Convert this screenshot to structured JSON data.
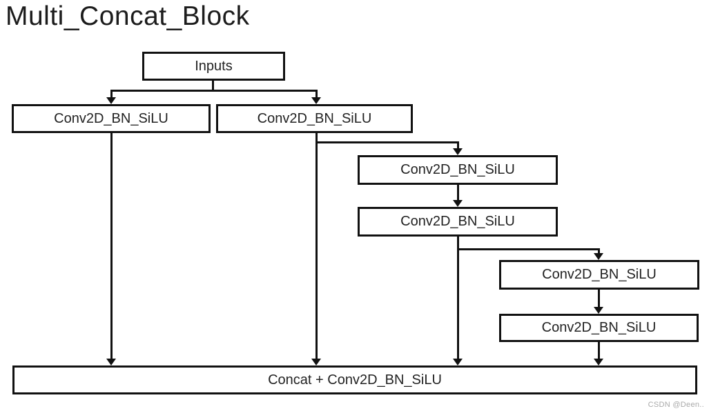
{
  "title": "Multi_Concat_Block",
  "diagram": {
    "nodes": {
      "inputs": {
        "label": "Inputs"
      },
      "conv_left": {
        "label": "Conv2D_BN_SiLU"
      },
      "conv_right": {
        "label": "Conv2D_BN_SiLU"
      },
      "conv_mid_1": {
        "label": "Conv2D_BN_SiLU"
      },
      "conv_mid_2": {
        "label": "Conv2D_BN_SiLU"
      },
      "conv_right2_1": {
        "label": "Conv2D_BN_SiLU"
      },
      "conv_right2_2": {
        "label": "Conv2D_BN_SiLU"
      },
      "concat": {
        "label": "Concat + Conv2D_BN_SiLU"
      }
    },
    "edges": [
      "inputs -> conv_left",
      "inputs -> conv_right",
      "conv_left -> concat",
      "conv_right -> conv_mid_1",
      "conv_right -> concat",
      "conv_mid_1 -> conv_mid_2",
      "conv_mid_2 -> conv_right2_1",
      "conv_mid_2 -> concat",
      "conv_right2_1 -> conv_right2_2",
      "conv_right2_2 -> concat"
    ],
    "line_color": "#111111",
    "box_background": "#ffffff"
  },
  "watermark": "CSDN @Deen.."
}
